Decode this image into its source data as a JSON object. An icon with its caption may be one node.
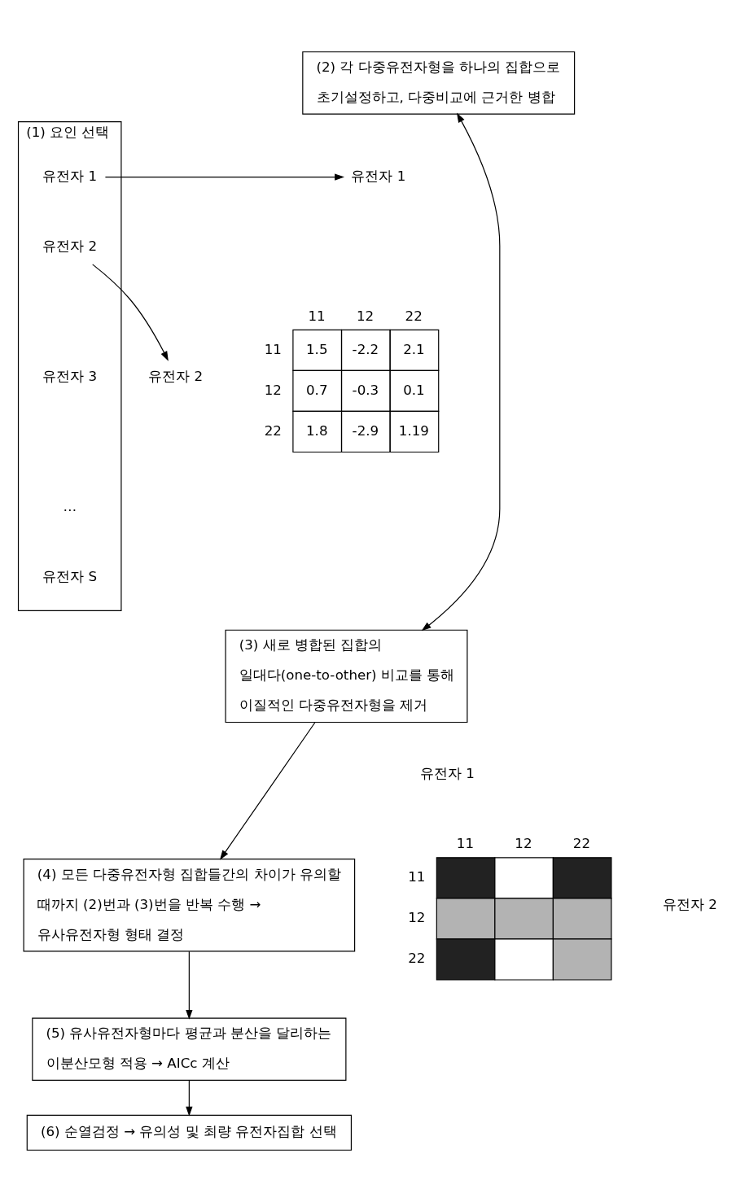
{
  "diagram": {
    "nodes": [
      {
        "text": [
          "(1) 요인 선택"
        ]
      },
      {
        "text": [
          "유전자 1"
        ],
        "in": 0
      },
      {
        "text": [
          "유전자 2"
        ],
        "in": 0
      },
      {
        "text": [
          "유전자 3"
        ],
        "in": 0
      },
      {
        "text": [
          "…"
        ],
        "in": 0
      },
      {
        "text": [
          "유전자 S"
        ],
        "in": 0
      },
      {
        "text": [
          "(2) 각 다중유전자형을 하나의 집합으로 초기설정하고, 다중비교에 근거한 병합"
        ]
      },
      {
        "text": [
          "유전자 1"
        ]
      },
      {
        "text": [
          "유전자 2"
        ]
      },
      {
        "text": [
          "(3) 새로 병합된 집합의 일대다(one-to-other) 비교를 통해 이질적인 다중유전자형을 제거"
        ]
      },
      {
        "text": [
          "(4) 모든 다중유전자형 집합들간의 차이가 유의할 때까지 (2)번과 (3)번을 반복 수행 → 유사유전자형 형태 결정"
        ]
      },
      {
        "text": [
          "(5) 유사유전자형마다 평균과 분산을 달리하는 이분산모형 적용 → AICc 계산"
        ]
      },
      {
        "text": [
          "(6) 순열검정 → 유의성 및 최량 유전자집합 선택"
        ]
      }
    ],
    "edges": [
      {
        "from": 1,
        "to": 7,
        "arrow": "to"
      },
      {
        "from": 2,
        "to": 8,
        "arrow": "to"
      },
      {
        "from": 6,
        "to": 9,
        "arrow": "both"
      },
      {
        "from": 9,
        "to": 10,
        "arrow": "to"
      },
      {
        "from": 10,
        "to": 11,
        "arrow": "to"
      },
      {
        "from": 11,
        "to": 12,
        "arrow": "to"
      }
    ],
    "labels": [
      "11",
      "12",
      "22",
      "11",
      "1.5",
      "-2.2",
      "2.1",
      "12",
      "0.7",
      "-0.3",
      "0.1",
      "22",
      "1.8",
      "-2.9",
      "1.19",
      "유전자 1",
      "11",
      "12",
      "22",
      "유전자 2",
      "11",
      "12",
      "22"
    ]
  }
}
